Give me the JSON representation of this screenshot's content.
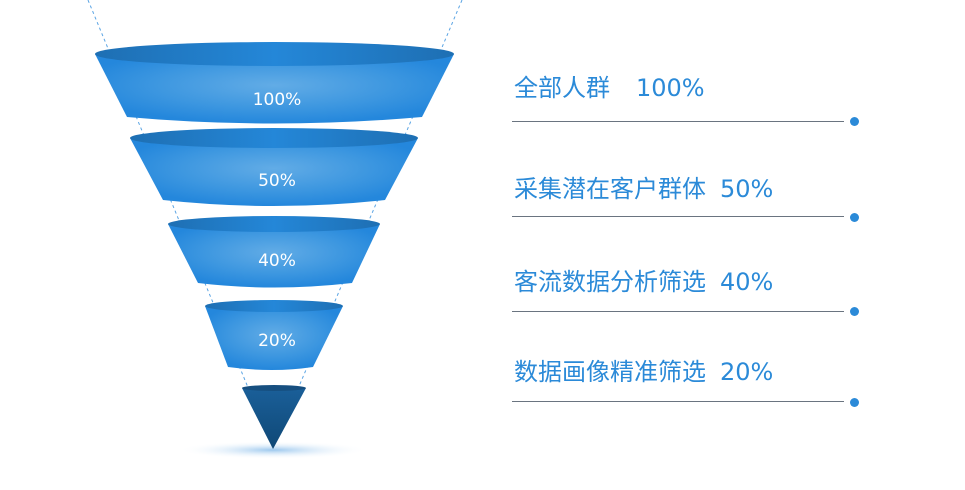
{
  "funnel": {
    "stages": [
      {
        "label": "100%",
        "name": "全部人群",
        "percent": "100%"
      },
      {
        "label": "50%",
        "name": "采集潜在客户群体",
        "percent": "50%"
      },
      {
        "label": "40%",
        "name": "客流数据分析筛选",
        "percent": "40%"
      },
      {
        "label": "20%",
        "name": "数据画像精准筛选",
        "percent": "20%"
      }
    ]
  },
  "colors": {
    "segment": "#2a8ad8",
    "tip": "#14507f",
    "text": "#2b8ad8"
  }
}
